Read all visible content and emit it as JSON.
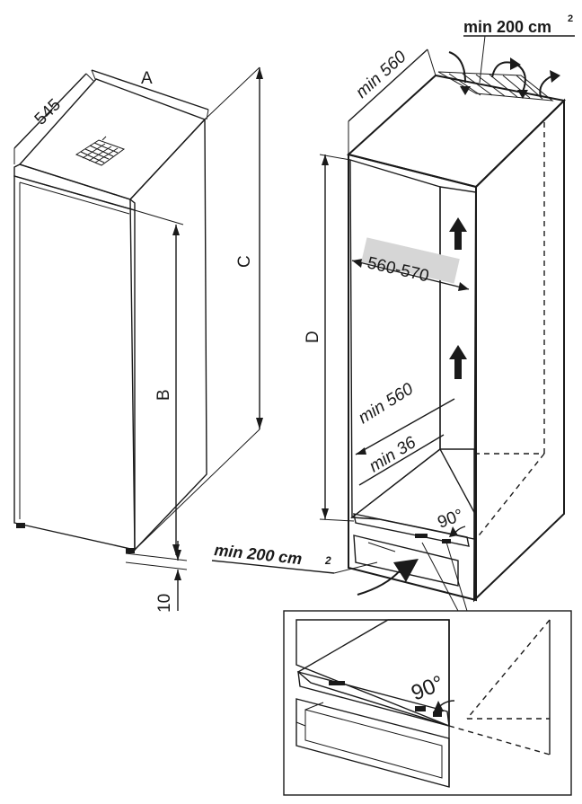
{
  "left_figure": {
    "depth_label": "545",
    "width_label": "A",
    "height_label": "C",
    "door_height_label": "B",
    "gap_label": "10"
  },
  "right_figure": {
    "depth_label": "min 560",
    "top_vent_label": "min 200 cm",
    "top_vent_sup": "2",
    "niche_height_label": "D",
    "niche_width_label": "560-570",
    "inner_depth_label": "min 560",
    "rear_gap_label": "min 36",
    "angle_label": "90°",
    "bottom_vent_label": "min 200 cm",
    "bottom_vent_sup": "2"
  },
  "detail": {
    "angle_label": "90°"
  },
  "colors": {
    "line": "#1a1a1a",
    "cabinet_fill": "#d6d6d6",
    "floor_fill": "#b9b9b9",
    "door_fill": "#f4f4f4"
  }
}
